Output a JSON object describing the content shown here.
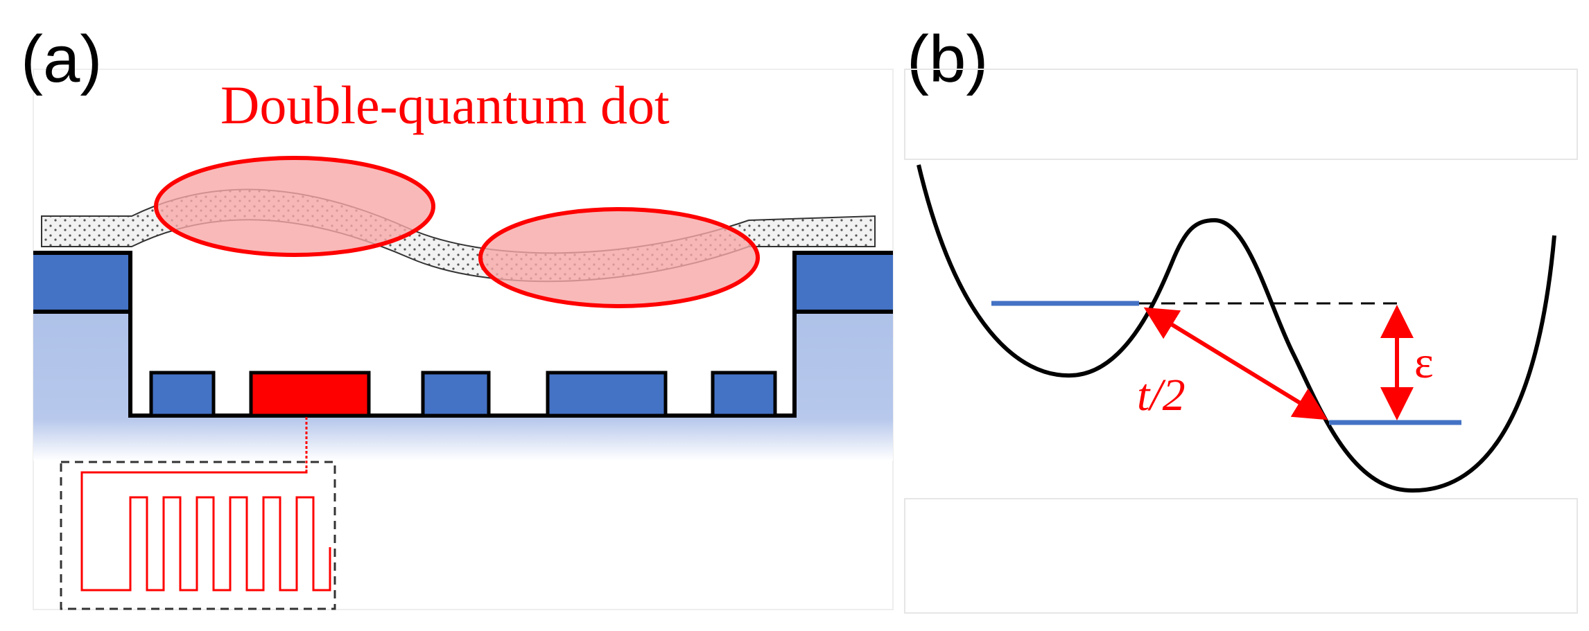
{
  "panels": {
    "a": {
      "label": "(a)",
      "title": "Double-quantum dot"
    },
    "b": {
      "label": "(b)",
      "tunneling": "t/2",
      "detuning": "ε"
    }
  },
  "colors": {
    "red": "#ff0000",
    "dot_fill": "#f7b2b2",
    "gate_blue": "#4472c4",
    "substrate_blue": "#a9bde6",
    "line_black": "#000000",
    "panel_frame": "#e6e6e6"
  }
}
